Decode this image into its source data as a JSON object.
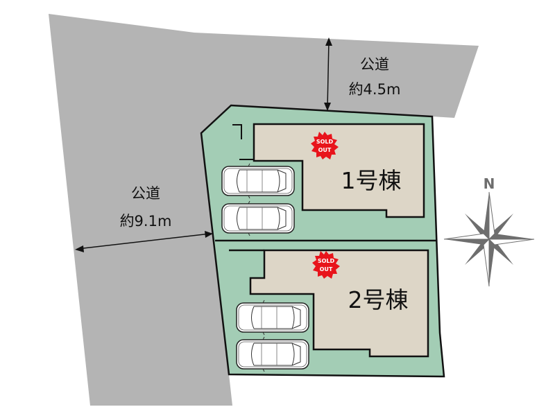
{
  "roads": {
    "north": {
      "label": "公道",
      "width": "約4.5m"
    },
    "west": {
      "label": "公道",
      "width": "約9.1m"
    }
  },
  "lots": [
    {
      "name": "1号棟",
      "status": [
        "SOLD",
        "OUT"
      ]
    },
    {
      "name": "2号棟",
      "status": [
        "SOLD",
        "OUT"
      ]
    }
  ],
  "compass": {
    "label": "N"
  },
  "colors": {
    "road": "#b4b4b4",
    "lot": "#a3cdb5",
    "house": "#ddd6c7",
    "sold": "#e8141b",
    "compass": "#6e6e6e"
  }
}
